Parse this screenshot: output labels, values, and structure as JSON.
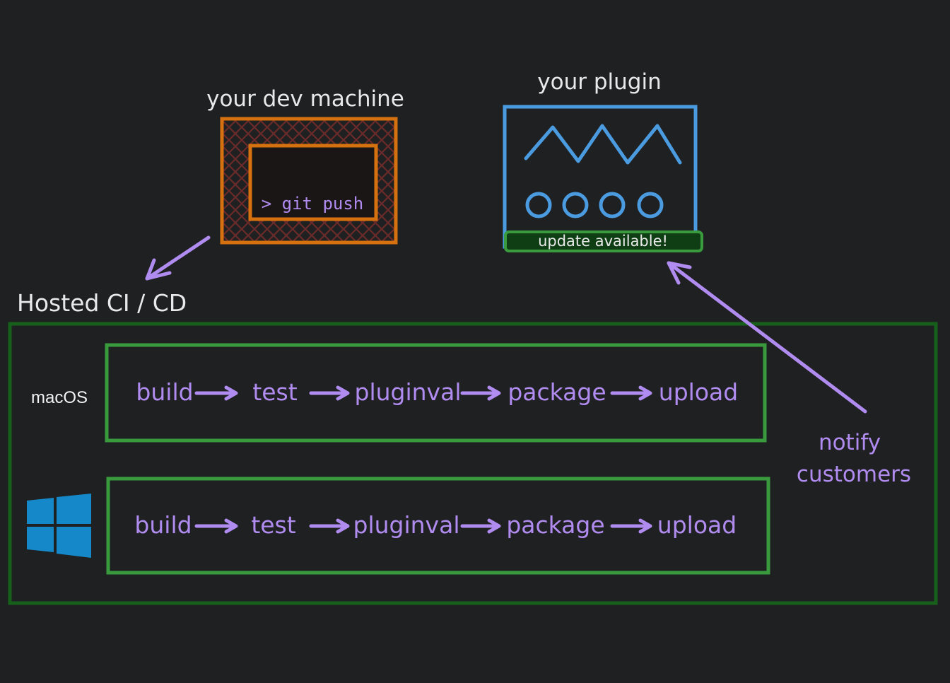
{
  "colors": {
    "background": "#1f2022",
    "label_text": "#e9e9e9",
    "accent_purple": "#b18cf0",
    "dev_box": "#d6710f",
    "dev_hatch": "#6b2a2a",
    "plugin_box": "#4b9be0",
    "ci_green": "#17601c",
    "pipeline_green": "#3a9a3e",
    "update_bar_fill": "#0f3e14",
    "windows_blue": "#1488c9"
  },
  "dev_machine": {
    "title": "your dev machine",
    "terminal_command": "> git push"
  },
  "plugin": {
    "title": "your plugin",
    "update_banner": "update available!"
  },
  "ci": {
    "title": "Hosted CI / CD",
    "pipelines": [
      {
        "os_label": "macOS",
        "os_icon": "apple-text-label",
        "steps": [
          "build",
          "test",
          "pluginval",
          "package",
          "upload"
        ]
      },
      {
        "os_label": "",
        "os_icon": "windows-logo-icon",
        "steps": [
          "build",
          "test",
          "pluginval",
          "package",
          "upload"
        ]
      }
    ]
  },
  "notify": {
    "line1": "notify",
    "line2": "customers"
  }
}
